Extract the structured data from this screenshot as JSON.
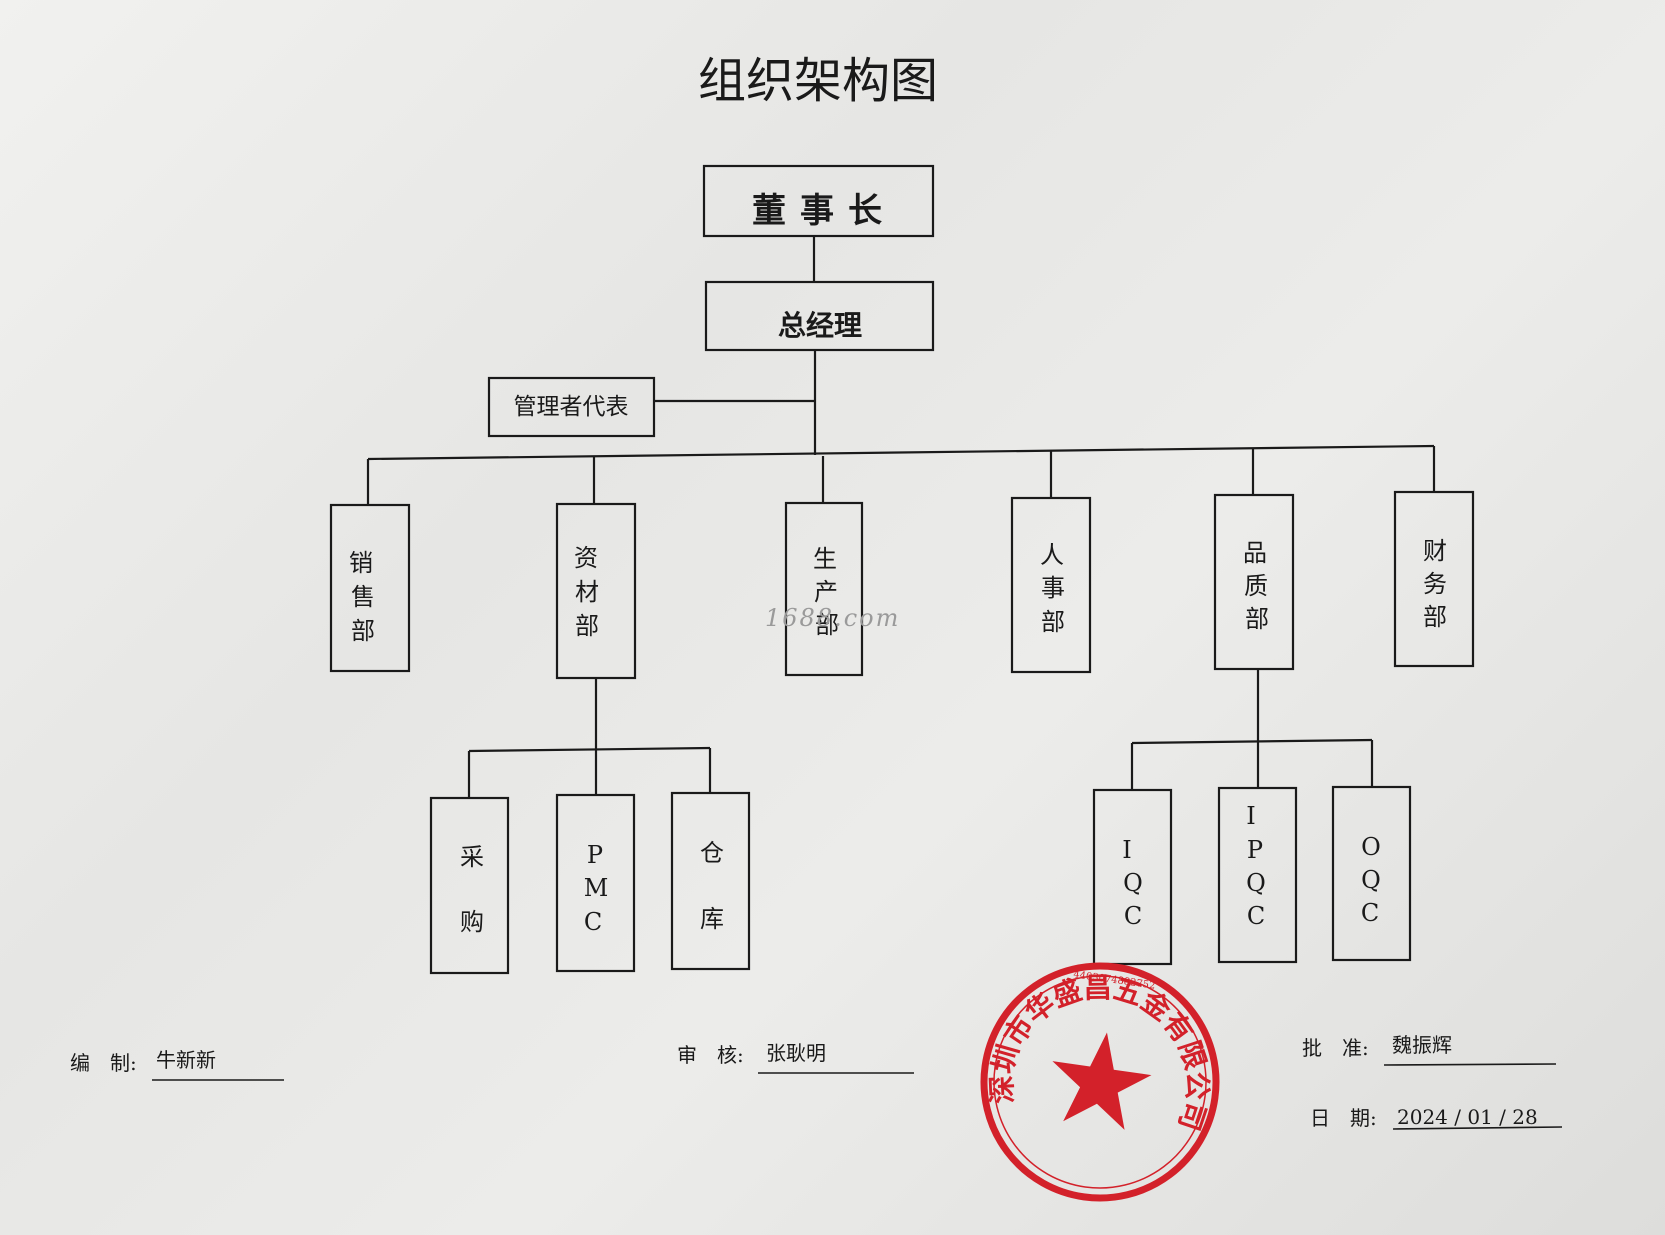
{
  "document": {
    "title": "组织架构图",
    "watermark": "1688.com"
  },
  "org": {
    "chairman": "董事长",
    "general_manager": "总经理",
    "management_rep": "管理者代表",
    "departments": [
      {
        "key": "sales",
        "chars": [
          "销",
          "售",
          "部"
        ]
      },
      {
        "key": "materials",
        "chars": [
          "资",
          "材",
          "部"
        ]
      },
      {
        "key": "production",
        "chars": [
          "生",
          "产",
          "部"
        ]
      },
      {
        "key": "hr",
        "chars": [
          "人",
          "事",
          "部"
        ]
      },
      {
        "key": "quality",
        "chars": [
          "品",
          "质",
          "部"
        ]
      },
      {
        "key": "finance",
        "chars": [
          "财",
          "务",
          "部"
        ]
      }
    ],
    "materials_sub": [
      {
        "key": "purchasing",
        "chars": [
          "采",
          "购"
        ]
      },
      {
        "key": "pmc",
        "chars": [
          "P",
          "M",
          "C"
        ]
      },
      {
        "key": "warehouse",
        "chars": [
          "仓",
          "库"
        ]
      }
    ],
    "quality_sub": [
      {
        "key": "iqc",
        "chars": [
          "I",
          "Q",
          "C"
        ]
      },
      {
        "key": "ipqc",
        "chars": [
          "I",
          "P",
          "Q",
          "C"
        ]
      },
      {
        "key": "oqc",
        "chars": [
          "O",
          "Q",
          "C"
        ]
      }
    ]
  },
  "footer": {
    "prepared_label": "编　制:",
    "prepared_by": "牛新新",
    "reviewed_label": "审　核:",
    "reviewed_by": "张耿明",
    "approved_label": "批　准:",
    "approved_by": "魏振辉",
    "date_label": "日　期:",
    "date_value": "2024 / 01 / 28"
  },
  "stamp": {
    "text": "深圳市华盛昌五金有限公司",
    "color": "#d3212a",
    "icon": "star-icon"
  }
}
